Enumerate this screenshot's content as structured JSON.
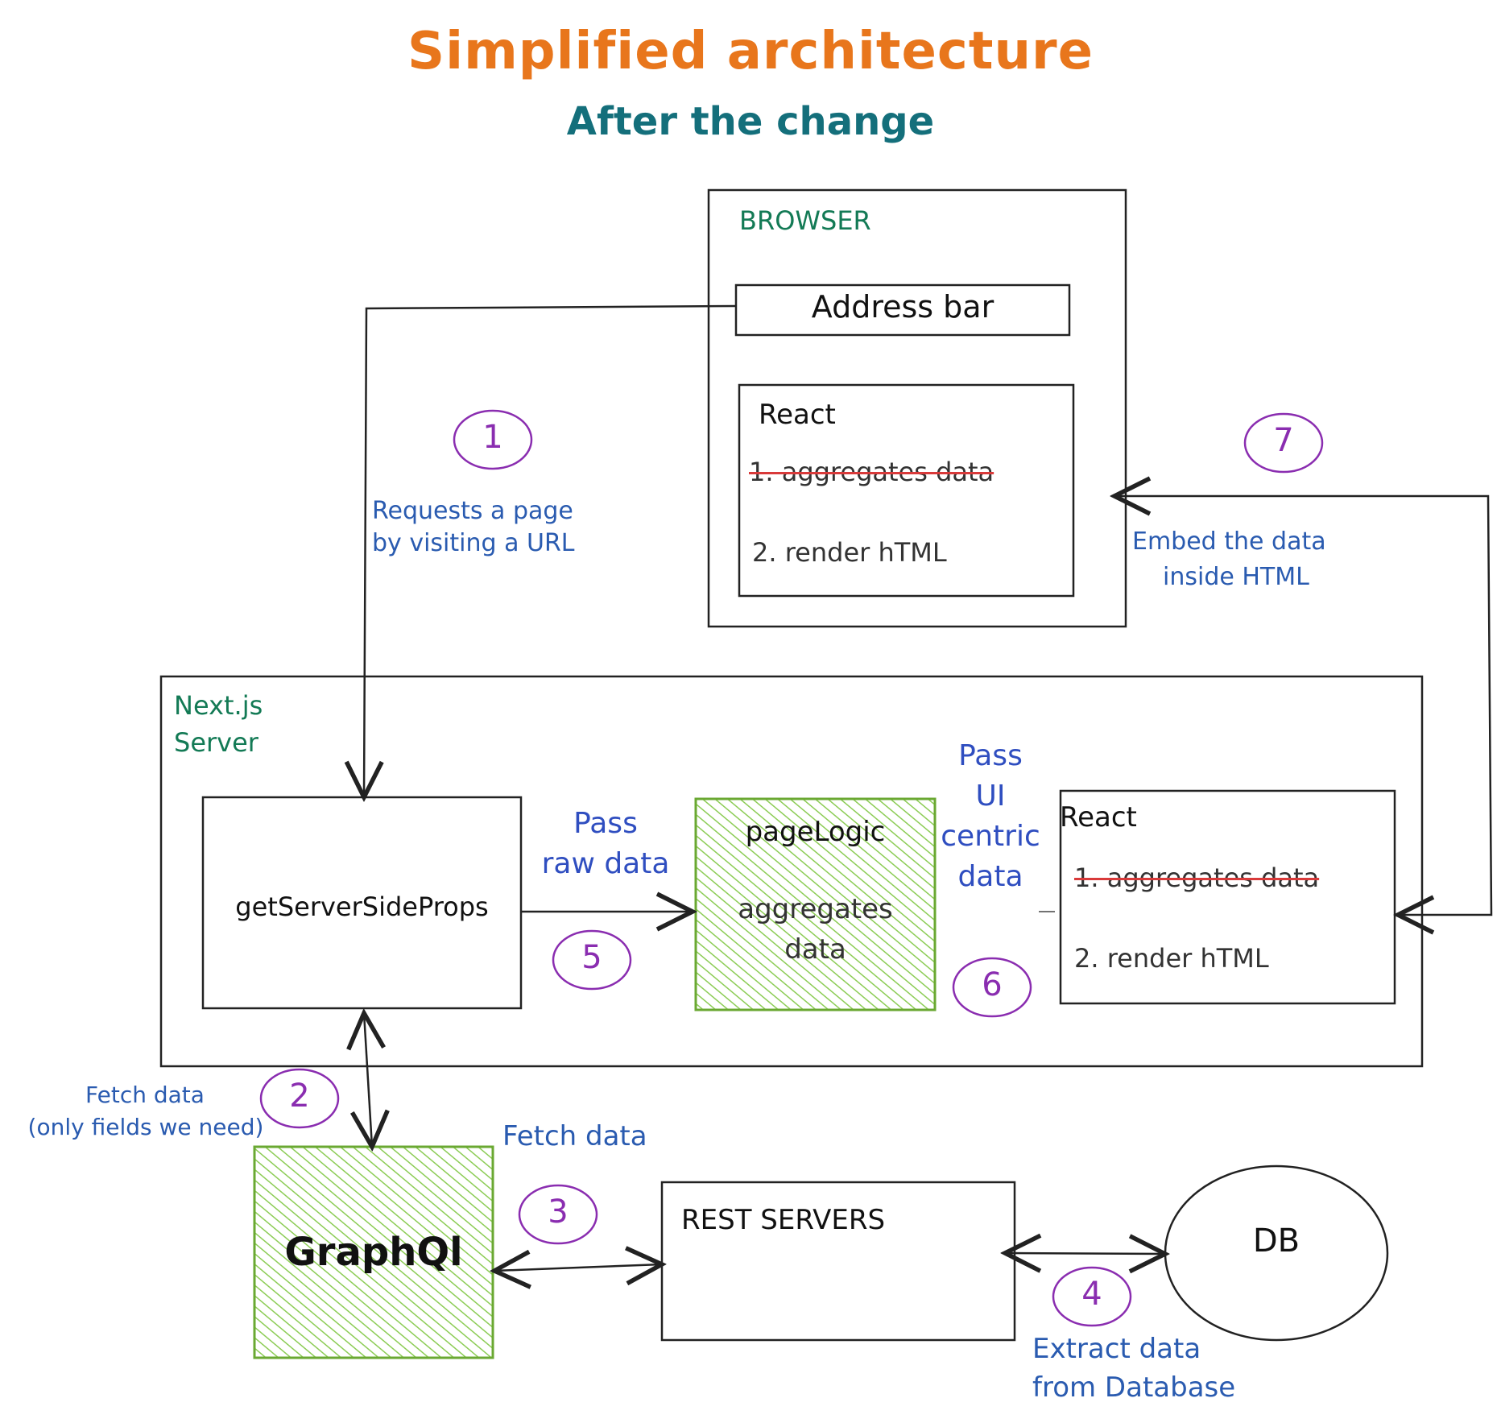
{
  "header": {
    "title": "Simplified architecture",
    "subtitle": "After the change"
  },
  "browser": {
    "label": "BROWSER",
    "address_bar": "Address bar",
    "react": {
      "label": "React",
      "item1": "1. aggregates data",
      "item2": "2. render hTML"
    }
  },
  "server": {
    "label_line1": "Next.js",
    "label_line2": "Server",
    "get_server_side_props": "getServerSideProps",
    "page_logic": {
      "title": "pageLogic",
      "line1": "aggregates",
      "line2": "data"
    },
    "react": {
      "label": "React",
      "item1": "1. aggregates data",
      "item2": "2. render hTML"
    }
  },
  "graphql": {
    "label": "GraphQl"
  },
  "rest": {
    "label": "REST SERVERS"
  },
  "db": {
    "label": "DB"
  },
  "annotations": {
    "requests_line1": "Requests a page",
    "requests_line2": "by visiting a URL",
    "embed_line1": "Embed the data",
    "embed_line2": "inside HTML",
    "pass_raw_line1": "Pass",
    "pass_raw_line2": "raw data",
    "pass_ui_line1": "Pass",
    "pass_ui_line2": "UI",
    "pass_ui_line3": "centric",
    "pass_ui_line4": "data",
    "fetch_gql_line1": "Fetch data",
    "fetch_gql_line2": "(only fields we need)",
    "fetch_rest": "Fetch data",
    "extract_line1": "Extract data",
    "extract_line2": "from Database"
  },
  "steps": {
    "s1": "1",
    "s2": "2",
    "s3": "3",
    "s4": "4",
    "s5": "5",
    "s6": "6",
    "s7": "7"
  },
  "colors": {
    "title": "#e8761c",
    "subtitle": "#146f7b",
    "container_label": "#137a55",
    "annotation": "#2a5bb0",
    "step_circle": "#8a2db0",
    "highlight_fill": "#b6dd8a",
    "highlight_stroke": "#6aa832",
    "strike": "#d93a3a"
  }
}
